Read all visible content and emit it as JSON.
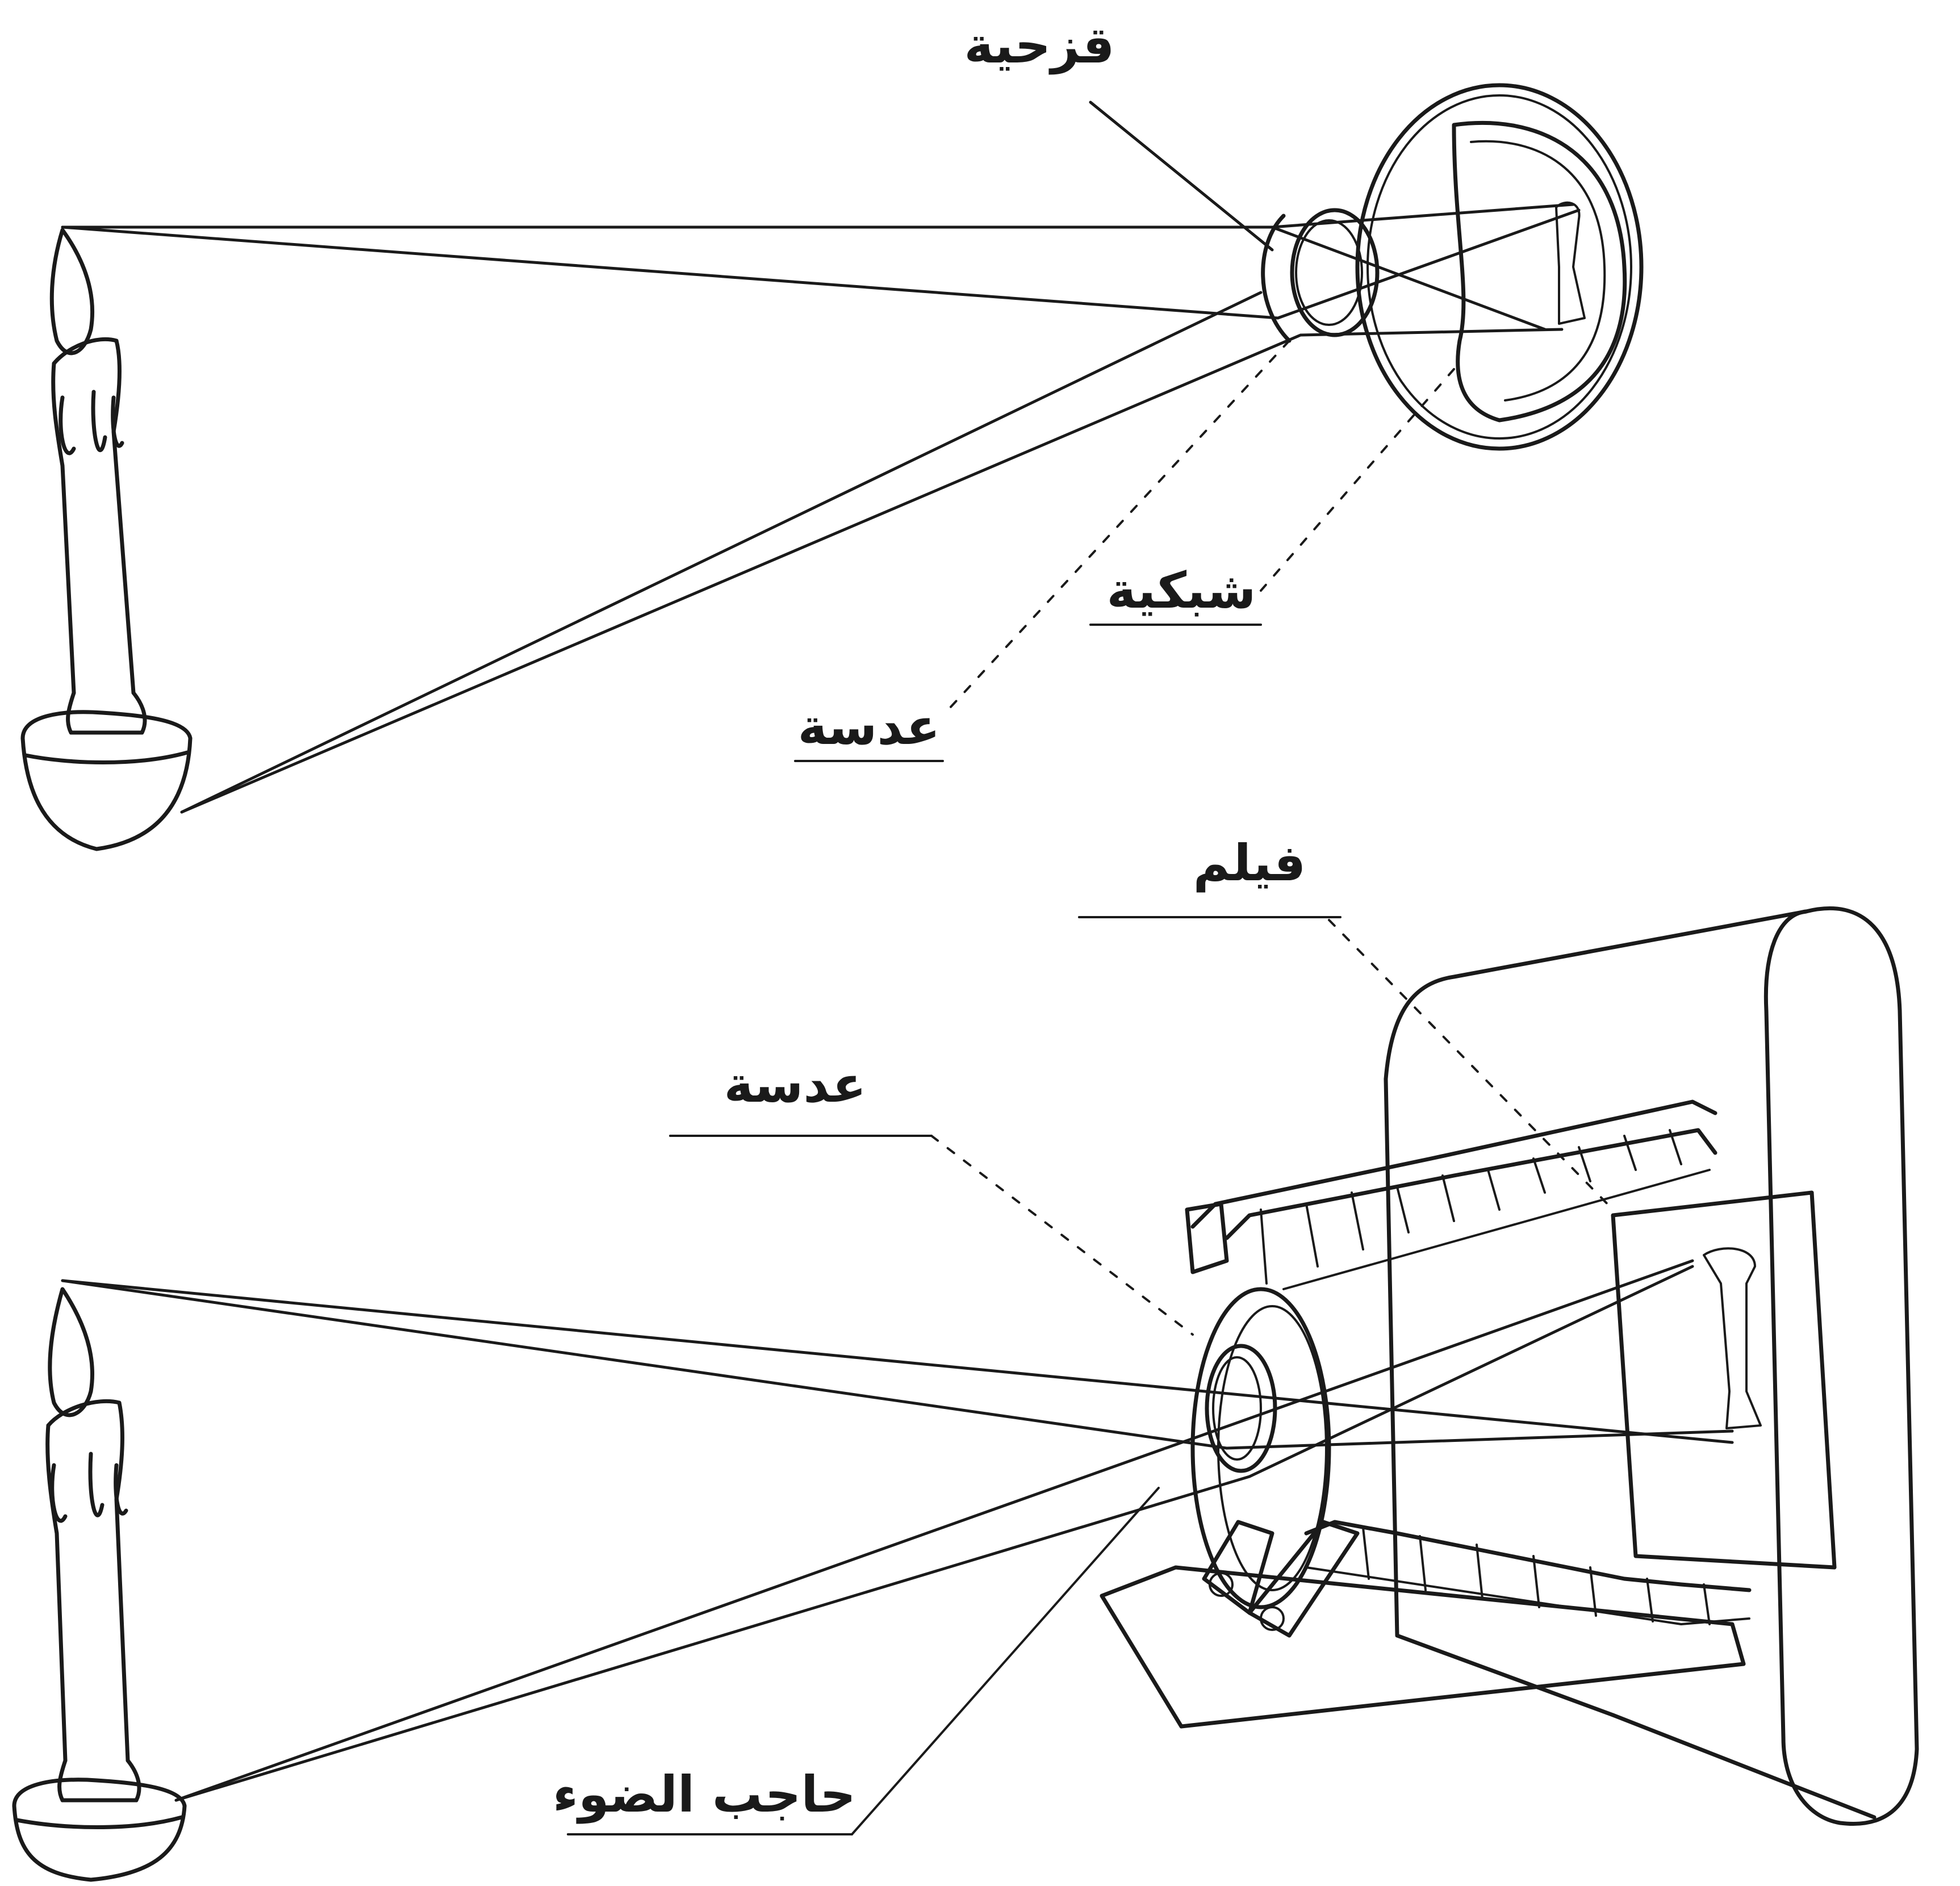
{
  "labels": {
    "cornea": "قزحية",
    "retina": "شبكية",
    "eye_lens": "عدسة",
    "film": "فيلم",
    "camera_lens": "عدسة",
    "shutter": "حاجب الضوء"
  },
  "colors": {
    "ink": "#1a1a1a",
    "background": "#ffffff"
  }
}
